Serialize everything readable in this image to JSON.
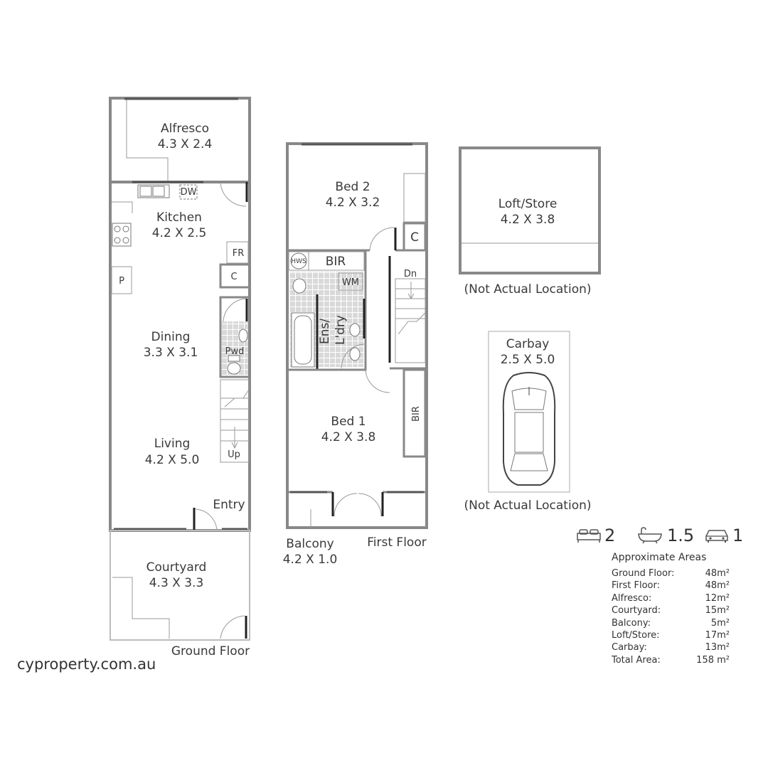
{
  "rooms": {
    "alfresco": {
      "name": "Alfresco",
      "size": "4.3 X 2.4"
    },
    "kitchen": {
      "name": "Kitchen",
      "size": "4.2 X 2.5"
    },
    "dining": {
      "name": "Dining",
      "size": "3.3 X 3.1"
    },
    "living": {
      "name": "Living",
      "size": "4.2 X 5.0"
    },
    "courtyard": {
      "name": "Courtyard",
      "size": "4.3 X 3.3"
    },
    "bed2": {
      "name": "Bed 2",
      "size": "4.2 X 3.2"
    },
    "bed1": {
      "name": "Bed 1",
      "size": "4.2 X 3.8"
    },
    "balcony": {
      "name": "Balcony",
      "size": "4.2 X 1.0"
    },
    "loft": {
      "name": "Loft/Store",
      "size": "4.2 X 3.8"
    },
    "carbay": {
      "name": "Carbay",
      "size": "2.5 X 5.0"
    }
  },
  "fixture_labels": {
    "dw": "DW",
    "fr": "FR",
    "c_ground": "C",
    "p": "P",
    "pwd": "Pwd",
    "up": "Up",
    "entry": "Entry",
    "hws": "HWS",
    "bir_top": "BIR",
    "wm": "WM",
    "ens": "Ens/",
    "ldry": "L'dry",
    "c_first": "C",
    "dn": "Dn",
    "bir_bed1": "BIR"
  },
  "floor_labels": {
    "ground": "Ground Floor",
    "first": "First Floor"
  },
  "not_actual": {
    "loft": "(Not Actual Location)",
    "carbay": "(Not Actual Location)"
  },
  "website": "cyproperty.com.au",
  "features": {
    "beds": "2",
    "baths": "1.5",
    "cars": "1",
    "icons": [
      "bed-icon",
      "bath-icon",
      "car-icon"
    ]
  },
  "areas": {
    "title": "Approximate Areas",
    "rows": [
      {
        "label": "Ground Floor:",
        "value": "48m²"
      },
      {
        "label": "First Floor:",
        "value": "48m²"
      },
      {
        "label": "Alfresco:",
        "value": "12m²"
      },
      {
        "label": "Courtyard:",
        "value": "15m²"
      },
      {
        "label": "Balcony:",
        "value": "5m²"
      },
      {
        "label": "Loft/Store:",
        "value": "17m²"
      },
      {
        "label": "Carbay:",
        "value": "13m²"
      },
      {
        "label": "Total Area:",
        "value": "158 m²"
      }
    ]
  },
  "colors": {
    "wall": "#888888",
    "text": "#3a3a3a",
    "dark_wall": "#222222"
  }
}
